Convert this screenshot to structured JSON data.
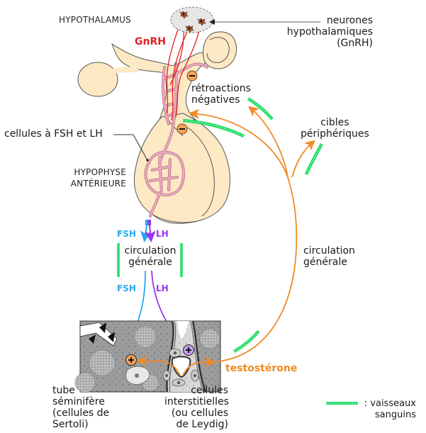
{
  "labels": {
    "hypothalamus": "HYPOTHALAMUS",
    "gnrh": "GnRH",
    "neurones": [
      "neurones",
      "hypothalamiques",
      "(GnRH)"
    ],
    "retroactions": [
      "rétroactions",
      "négatives"
    ],
    "cibles": [
      "cibles",
      "périphériques"
    ],
    "cellules_fsh_lh": "cellules à FSH et LH",
    "hypophyse": [
      "HYPOPHYSE",
      "ANTÉRIEURE"
    ],
    "fsh": "FSH",
    "lh": "LH",
    "circulation_center": [
      "circulation",
      "générale"
    ],
    "circulation_right": [
      "circulation",
      "générale"
    ],
    "testosterone": "testostérone",
    "tube": [
      "tube",
      "séminifère",
      "(cellules de",
      "Sertoli)"
    ],
    "interstitielles": [
      "cellules",
      "interstitielles",
      "(ou cellules",
      "de Leydig)"
    ],
    "plus_sign": "+",
    "minus_sign": "−"
  },
  "legend": {
    "text": [
      ": vaisseaux",
      "sanguins"
    ],
    "symbol": "blood-vessel"
  },
  "colors": {
    "gnrh_red": "#e0201e",
    "fsh_blue": "#22aaee",
    "lh_purple": "#9933ee",
    "testosterone_orange": "#f08a24",
    "vessel_green": "#22dd66",
    "gland_fill": "#fde9c4",
    "capillary_pink": "#e8a0b4",
    "tissue_gray": "#9a9a9a"
  }
}
